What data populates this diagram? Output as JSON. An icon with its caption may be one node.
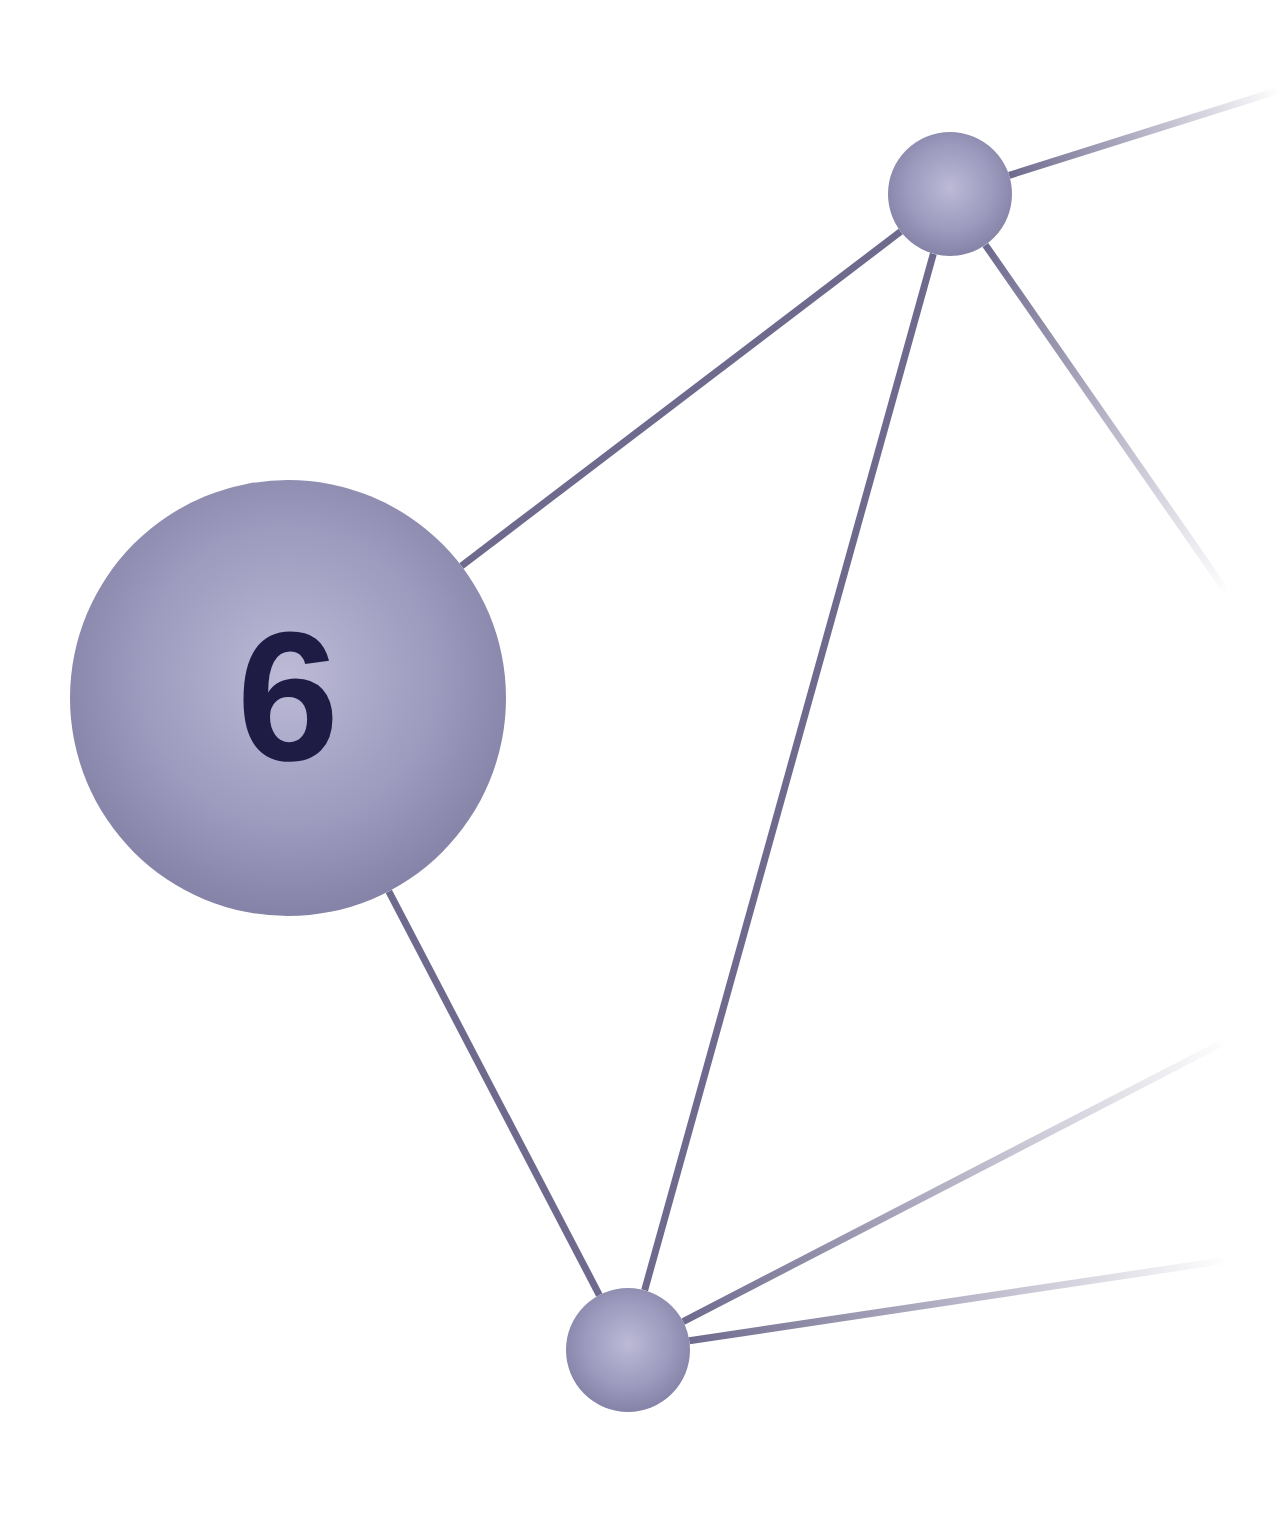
{
  "diagram": {
    "nodes": [
      {
        "text": [
          "6"
        ]
      },
      {
        "text": [],
        "shape": "circle"
      },
      {
        "text": [],
        "shape": "circle"
      }
    ],
    "edges": [
      {
        "from": 0,
        "to": 1,
        "arrow": "none"
      },
      {
        "from": 0,
        "to": 2,
        "arrow": "none"
      },
      {
        "from": 1,
        "to": 2,
        "arrow": "none"
      },
      {
        "from": 1,
        "to": null,
        "arrow": "none"
      },
      {
        "from": 1,
        "to": null,
        "arrow": "none"
      },
      {
        "from": 2,
        "to": null,
        "arrow": "none"
      },
      {
        "from": 2,
        "to": null,
        "arrow": "none"
      }
    ]
  }
}
